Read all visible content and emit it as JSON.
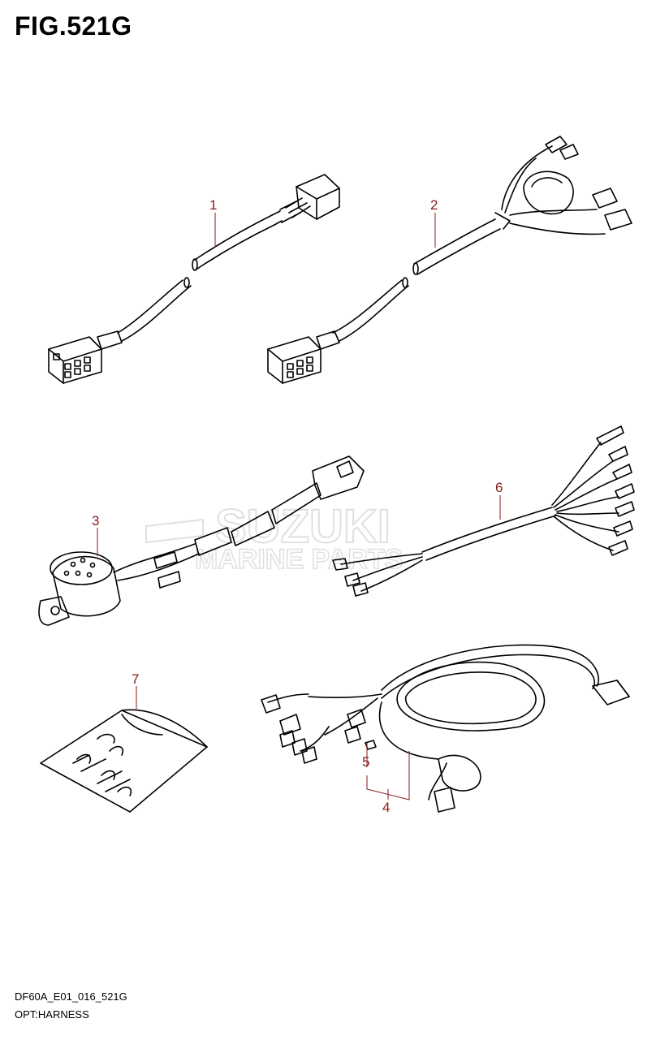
{
  "figure": {
    "title": "FIG.521G",
    "code": "DF60A_E01_016_521G",
    "caption": "OPT:HARNESS"
  },
  "callouts": [
    {
      "id": "1",
      "label": "1"
    },
    {
      "id": "2",
      "label": "2"
    },
    {
      "id": "3",
      "label": "3"
    },
    {
      "id": "4",
      "label": "4"
    },
    {
      "id": "5",
      "label": "5"
    },
    {
      "id": "6",
      "label": "6"
    },
    {
      "id": "7",
      "label": "7"
    }
  ],
  "watermark": {
    "brand": "SUZUKI",
    "line2": "MARINE PARTS"
  },
  "colors": {
    "line": "#000000",
    "callout": "#8b1a1a",
    "watermark": "#d9d9d9"
  }
}
